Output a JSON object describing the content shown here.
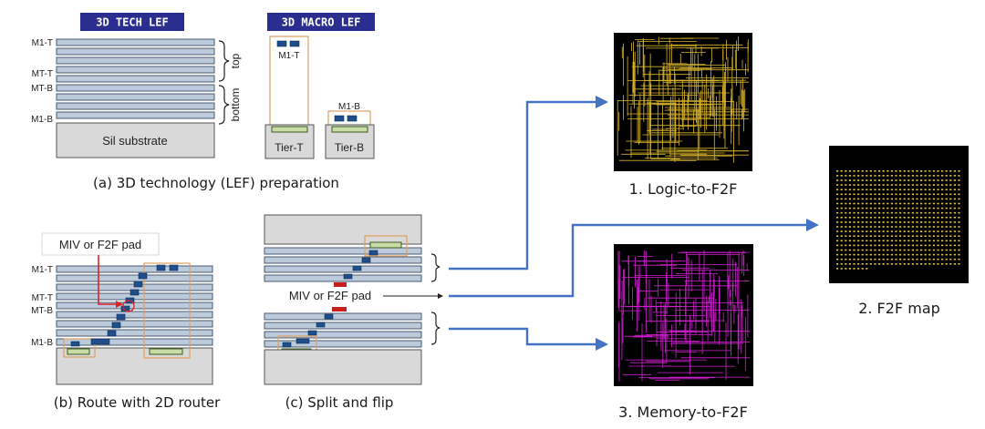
{
  "panel_a": {
    "tech_lef_title": "3D TECH LEF",
    "macro_lef_title": "3D MACRO LEF",
    "layers": [
      "M1-T",
      "MT-T",
      "MT-B",
      "M1-B"
    ],
    "brace_top": "top",
    "brace_bottom": "bottom",
    "substrate": "Sil substrate",
    "macro_pin_top": "M1-T",
    "macro_pin_bottom": "M1-B",
    "tier_top": "Tier-T",
    "tier_bottom": "Tier-B",
    "caption": "(a) 3D technology (LEF) preparation"
  },
  "panel_b": {
    "callout": "MIV or F2F pad",
    "layers": [
      "M1-T",
      "MT-T",
      "MT-B",
      "M1-B"
    ],
    "caption": "(b) Route with 2D router"
  },
  "panel_c": {
    "callout": "MIV or F2F pad",
    "caption": "(c) Split and flip"
  },
  "outputs": {
    "logic": "1. Logic-to-F2F",
    "f2f": "2. F2F map",
    "memory": "3. Memory-to-F2F"
  },
  "colors": {
    "arrow": "#4472c4",
    "header": "#2a2f8f",
    "logic_trace": "#d8b32a",
    "memory_trace": "#d21fd2",
    "f2f_dot": "#e0c040"
  }
}
